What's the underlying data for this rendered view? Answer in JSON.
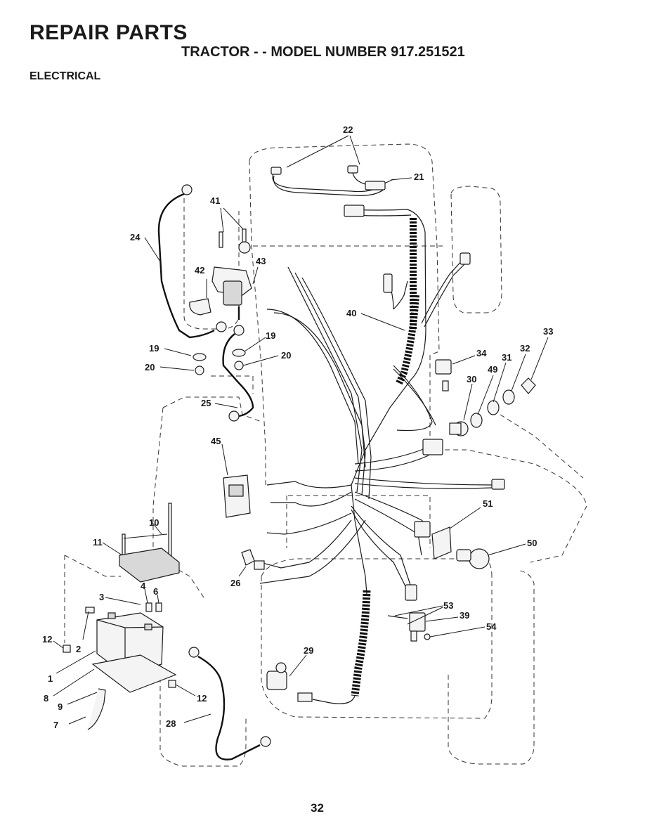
{
  "header": {
    "title": "REPAIR PARTS",
    "subtitle": "TRACTOR - - MODEL NUMBER 917.251521",
    "section": "ELECTRICAL"
  },
  "footer": {
    "page_number": "32"
  },
  "callouts": {
    "c1": "1",
    "c2": "2",
    "c3": "3",
    "c4": "4",
    "c6": "6",
    "c7": "7",
    "c8": "8",
    "c9": "9",
    "c10": "10",
    "c11": "11",
    "c12a": "12",
    "c12b": "12",
    "c19a": "19",
    "c19b": "19",
    "c20a": "20",
    "c20b": "20",
    "c21": "21",
    "c22": "22",
    "c24": "24",
    "c25": "25",
    "c26": "26",
    "c28": "28",
    "c29": "29",
    "c30": "30",
    "c31": "31",
    "c32": "32",
    "c33": "33",
    "c34": "34",
    "c39": "39",
    "c40": "40",
    "c41": "41",
    "c42": "42",
    "c43": "43",
    "c45": "45",
    "c49": "49",
    "c50": "50",
    "c51": "51",
    "c53": "53",
    "c54": "54"
  }
}
